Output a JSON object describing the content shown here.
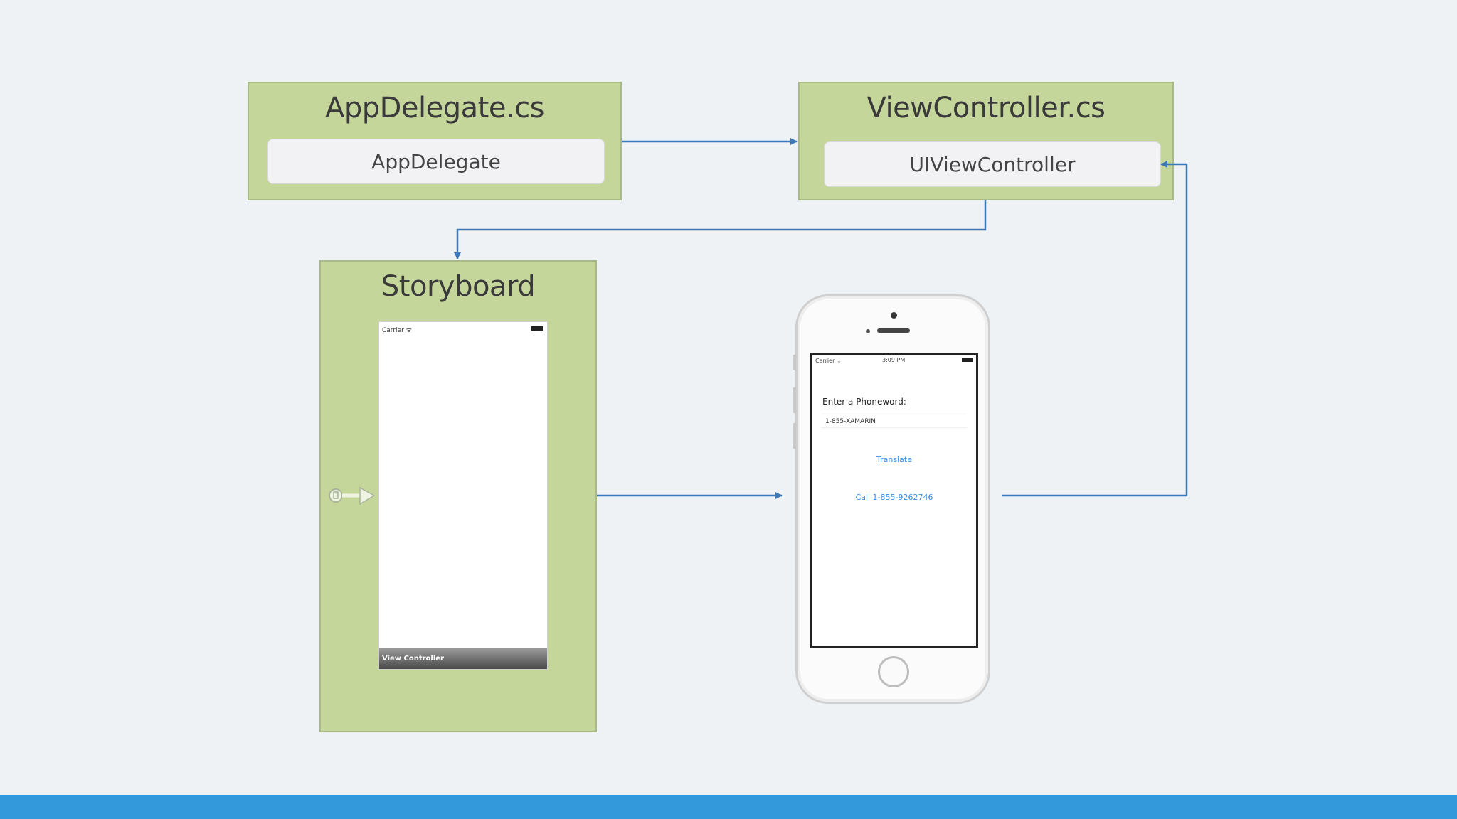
{
  "app_delegate_box": {
    "title": "AppDelegate.cs",
    "inner_label": "AppDelegate"
  },
  "view_controller_box": {
    "title": "ViewController.cs",
    "inner_label": "UIViewController"
  },
  "storyboard_box": {
    "title": "Storyboard",
    "status_carrier": "Carrier ᯤ",
    "footer_label": "View Controller"
  },
  "phone": {
    "carrier": "Carrier ᯤ",
    "time": "3:09 PM",
    "prompt_label": "Enter a Phoneword:",
    "field_value": "1-855-XAMARIN",
    "translate_button": "Translate",
    "call_button": "Call 1-855-9262746"
  },
  "colors": {
    "box_fill": "#c5d69b",
    "arrow": "#3d78b5",
    "bottom_bar": "#3399db",
    "link": "#3a8ee6"
  }
}
